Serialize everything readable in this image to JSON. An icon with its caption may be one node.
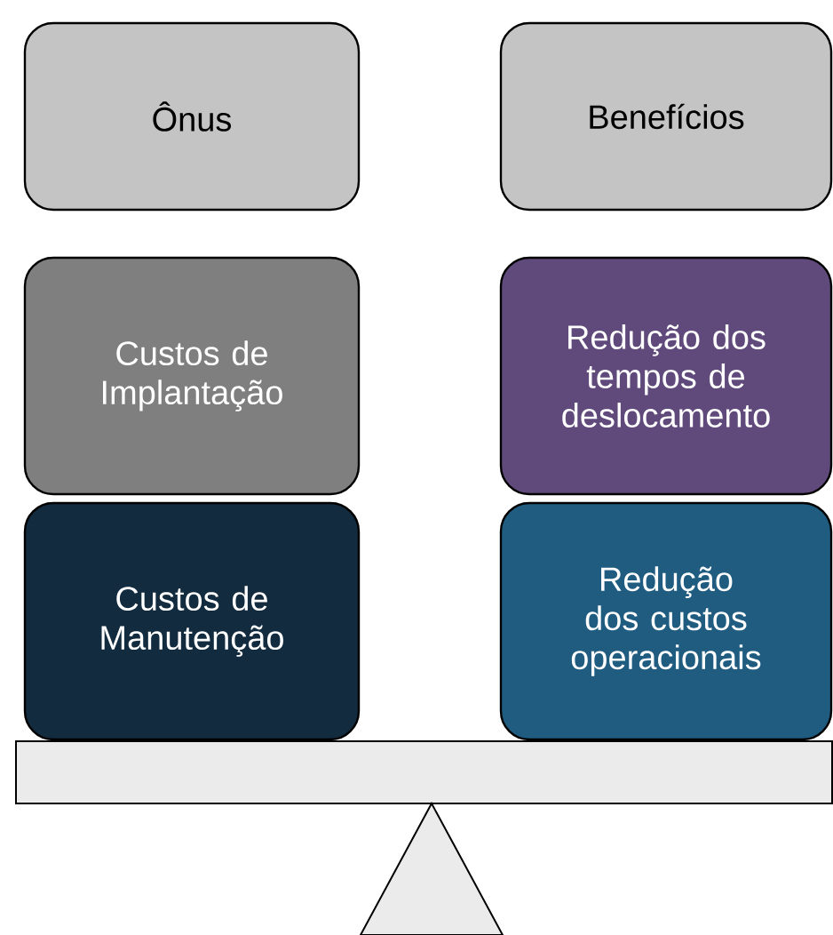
{
  "diagram": {
    "nodes": [
      {
        "text": [
          "Ônus"
        ]
      },
      {
        "text": [
          "Benefícios"
        ]
      },
      {
        "text": [
          "Custos de Implantação"
        ]
      },
      {
        "text": [
          "Redução dos tempos de deslocamento"
        ]
      },
      {
        "text": [
          "Custos de Manutenção"
        ]
      },
      {
        "text": [
          "Redução dos custos operacionais"
        ]
      }
    ]
  }
}
